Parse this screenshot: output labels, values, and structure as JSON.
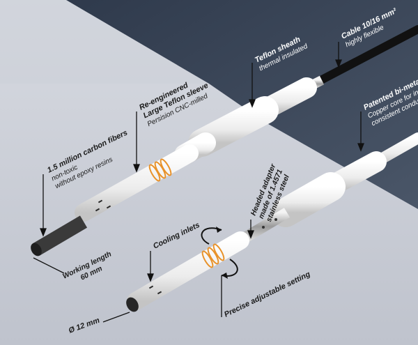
{
  "labels": {
    "fibers": {
      "title": "1.5 million carbon fibers",
      "line1": "non-toxic",
      "line2": "without epoxy resins"
    },
    "sleeve": {
      "title1": "Re-engineered",
      "title2": "Large Teflon sleeve",
      "line1": "Persision CNC-milled"
    },
    "sheath": {
      "title": "Teflon sheath",
      "line1": "thermal insulated"
    },
    "cable": {
      "title": "Cable 10/16 mm²",
      "line1": "highly flexible"
    },
    "bimetal": {
      "title": "Patented bi-metal h",
      "line1": "Copper core for increa",
      "line2": "consistent conductivity"
    },
    "adapter": {
      "line1": "Headed adapter",
      "line2": "made of 1.4571",
      "line3": "stainless steel"
    },
    "working": {
      "line1": "Working length",
      "line2": "60 mm"
    },
    "cooling": {
      "title": "Cooling inlets"
    },
    "adjust": {
      "title": "Precise adjustable setting"
    },
    "diameter": {
      "title": "Ø 12 mm"
    }
  },
  "colors": {
    "background_light": "#c9cdd6",
    "background_dark": "#3b4658",
    "handle": "#f2f2f2",
    "ring": "#e8922a",
    "text_dark": "#1a1a1a",
    "text_light": "#ffffff"
  }
}
